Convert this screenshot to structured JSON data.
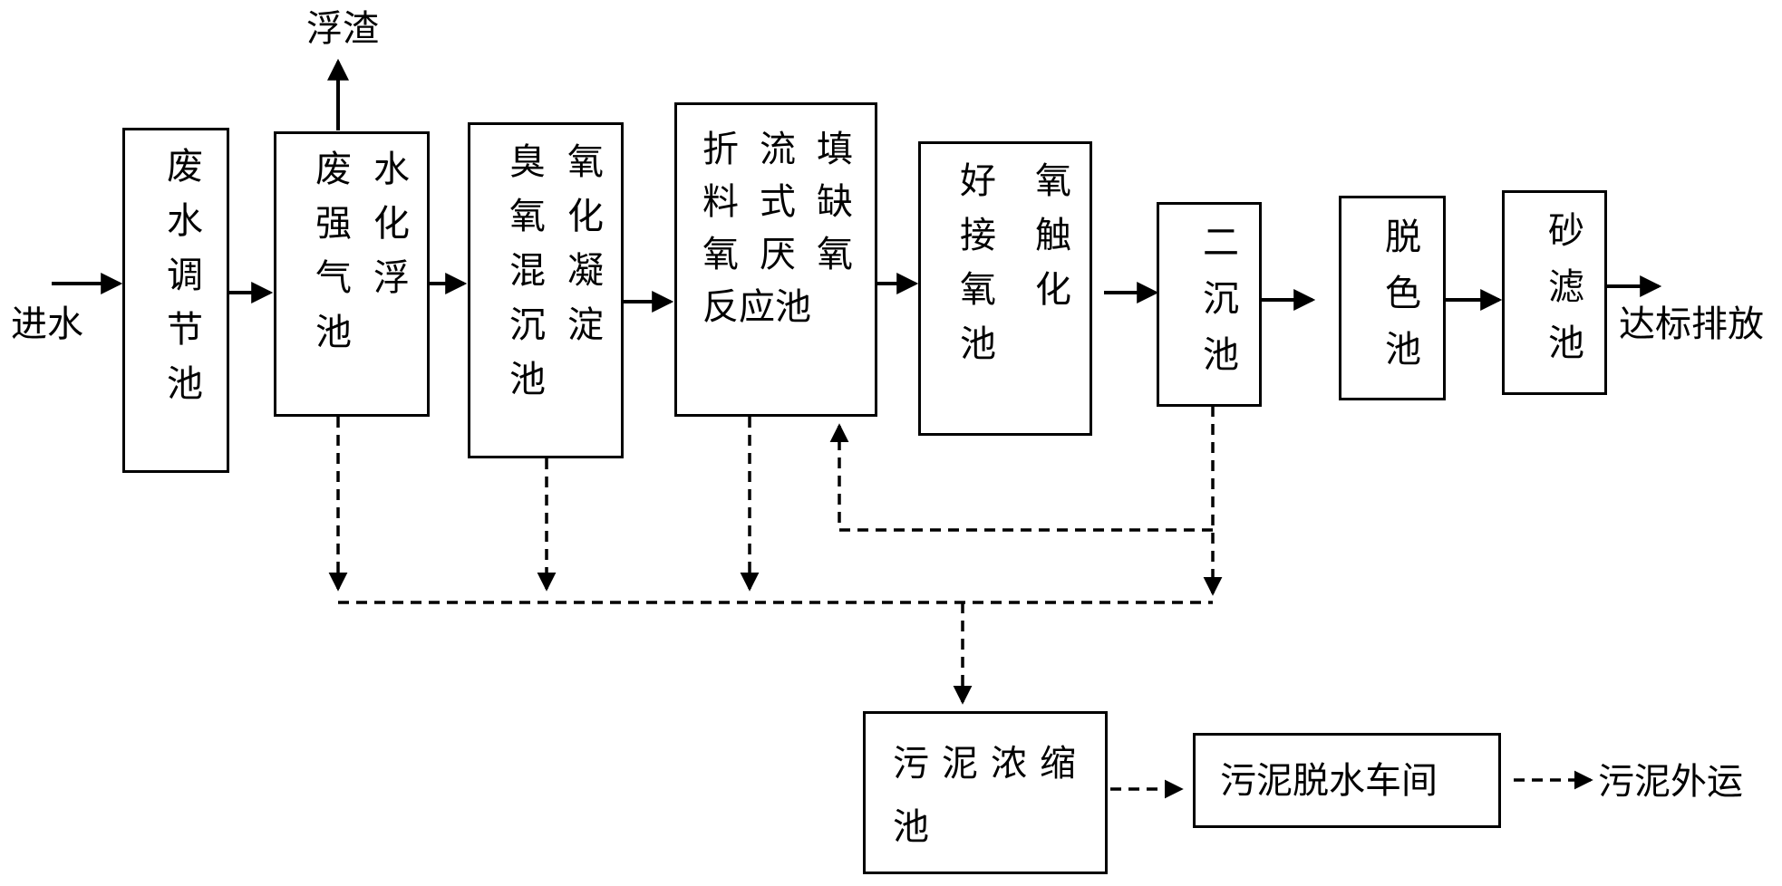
{
  "labels": {
    "inlet": "进水",
    "scum": "浮渣",
    "discharge": "达标排放",
    "sludge_out": "污泥外运"
  },
  "boxes": {
    "regulating_pool": "废水调节池",
    "air_flotation": {
      "col1": "废强气池",
      "col2": "水化浮"
    },
    "ozone_coag": {
      "col1": "臭氧混沉池",
      "col2": "氧化凝淀"
    },
    "anoxic": {
      "row1": "折流填",
      "row2": "料式缺",
      "row3": "氧厌氧",
      "row4": "反应池"
    },
    "aerobic": {
      "col1": "好接氧池",
      "col2": "氧触化"
    },
    "secondary_settling": "二沉池",
    "decolor": "脱色池",
    "sand_filter": "砂滤池",
    "sludge_thickening": {
      "line1": "污泥浓缩",
      "line2": "池"
    },
    "sludge_dewatering": "污泥脱水车间"
  }
}
